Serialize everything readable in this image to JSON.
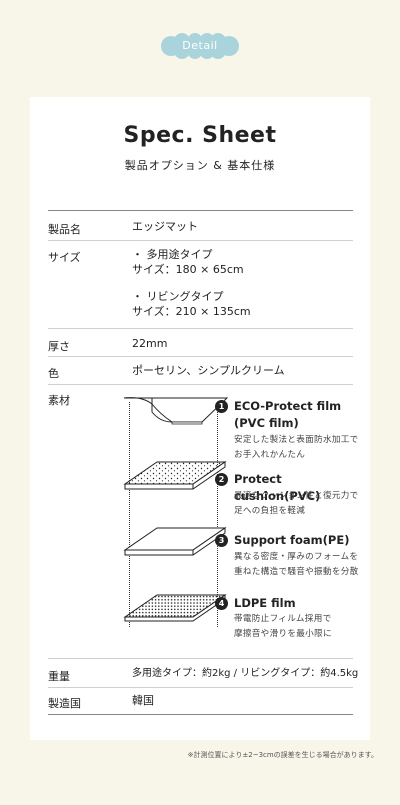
{
  "badge": {
    "label": "Detail",
    "color": "#a9d4dc"
  },
  "header": {
    "title": "Spec. Sheet",
    "subtitle": "製品オプション & 基本仕様"
  },
  "rows": {
    "product_name": {
      "label": "製品名",
      "value": "エッジマット"
    },
    "size": {
      "label": "サイズ",
      "multi_type": "・ 多用途タイプ",
      "multi_size": "サイズ：180 × 65cm",
      "living_type": "・ リビングタイプ",
      "living_size": "サイズ：210 × 135cm"
    },
    "thickness": {
      "label": "厚さ",
      "value": "22mm"
    },
    "color": {
      "label": "色",
      "value": "ポーセリン、シンプルクリーム"
    },
    "material": {
      "label": "素材"
    },
    "weight": {
      "label": "重量",
      "value": "多用途タイプ：約2kg / リビングタイプ：約4.5kg"
    },
    "origin": {
      "label": "製造国",
      "value": "韓国"
    }
  },
  "layers": [
    {
      "num": "1",
      "name_line1": "ECO-Protect film",
      "name_line2": "(PVC film)",
      "desc_line1": "安定した製法と表面防水加工で",
      "desc_line2": "お手入れかんたん",
      "icon": "film-layer-icon"
    },
    {
      "num": "2",
      "name_line1": "Protect cushion(PVC)",
      "desc_line1": "最適なクッション性と復元力で",
      "desc_line2": "足への負担を軽減",
      "icon": "cushion-layer-icon"
    },
    {
      "num": "3",
      "name_line1": "Support foam(PE)",
      "desc_line1": "異なる密度・厚みのフォームを",
      "desc_line2": "重ねた構造で騒音や振動を分散",
      "icon": "foam-layer-icon"
    },
    {
      "num": "4",
      "name_line1": "LDPE film",
      "desc_line1": "帯電防止フィルム採用で",
      "desc_line2": "摩擦音や滑りを最小限に",
      "icon": "ldpe-layer-icon"
    }
  ],
  "footnote": "※計測位置により±2~3cmの誤差を生じる場合があります。"
}
